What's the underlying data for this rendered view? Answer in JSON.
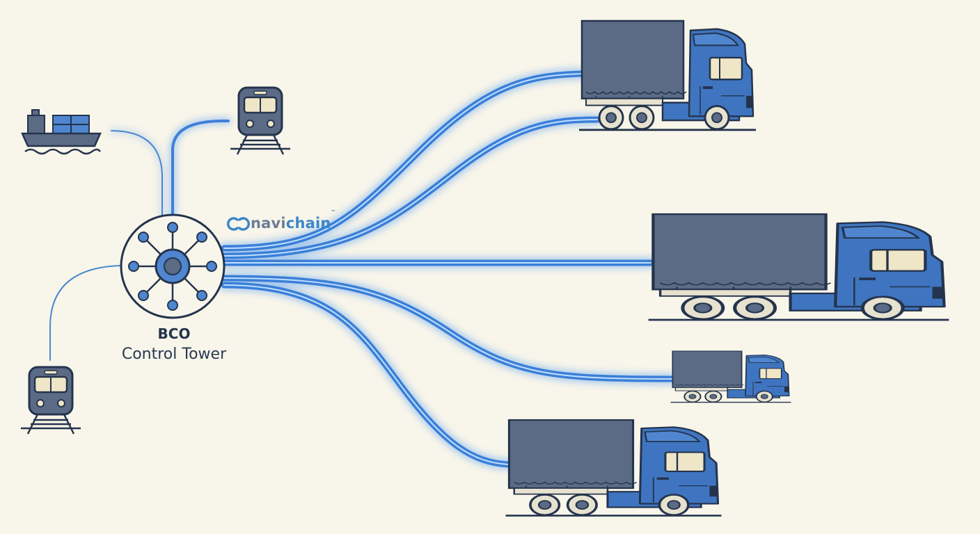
{
  "hub": {
    "title": "BCO",
    "subtitle": "Control Tower"
  },
  "brand": {
    "part1": "navi",
    "part2": "chain",
    "trademark": "™"
  },
  "colors": {
    "background": "#f8f5ea",
    "truck_cab": "#3f75c0",
    "trailer": "#5c6b85",
    "outline": "#24344d",
    "route_glow": "#4d9af0",
    "route_core": "#3b7fd8",
    "brand_gray": "#6d7d93",
    "brand_blue": "#3b86c9"
  },
  "icons": [
    "container-ship-icon",
    "train-icon",
    "train-icon",
    "hub-network-icon",
    "truck-icon",
    "navichain-logo-icon"
  ]
}
